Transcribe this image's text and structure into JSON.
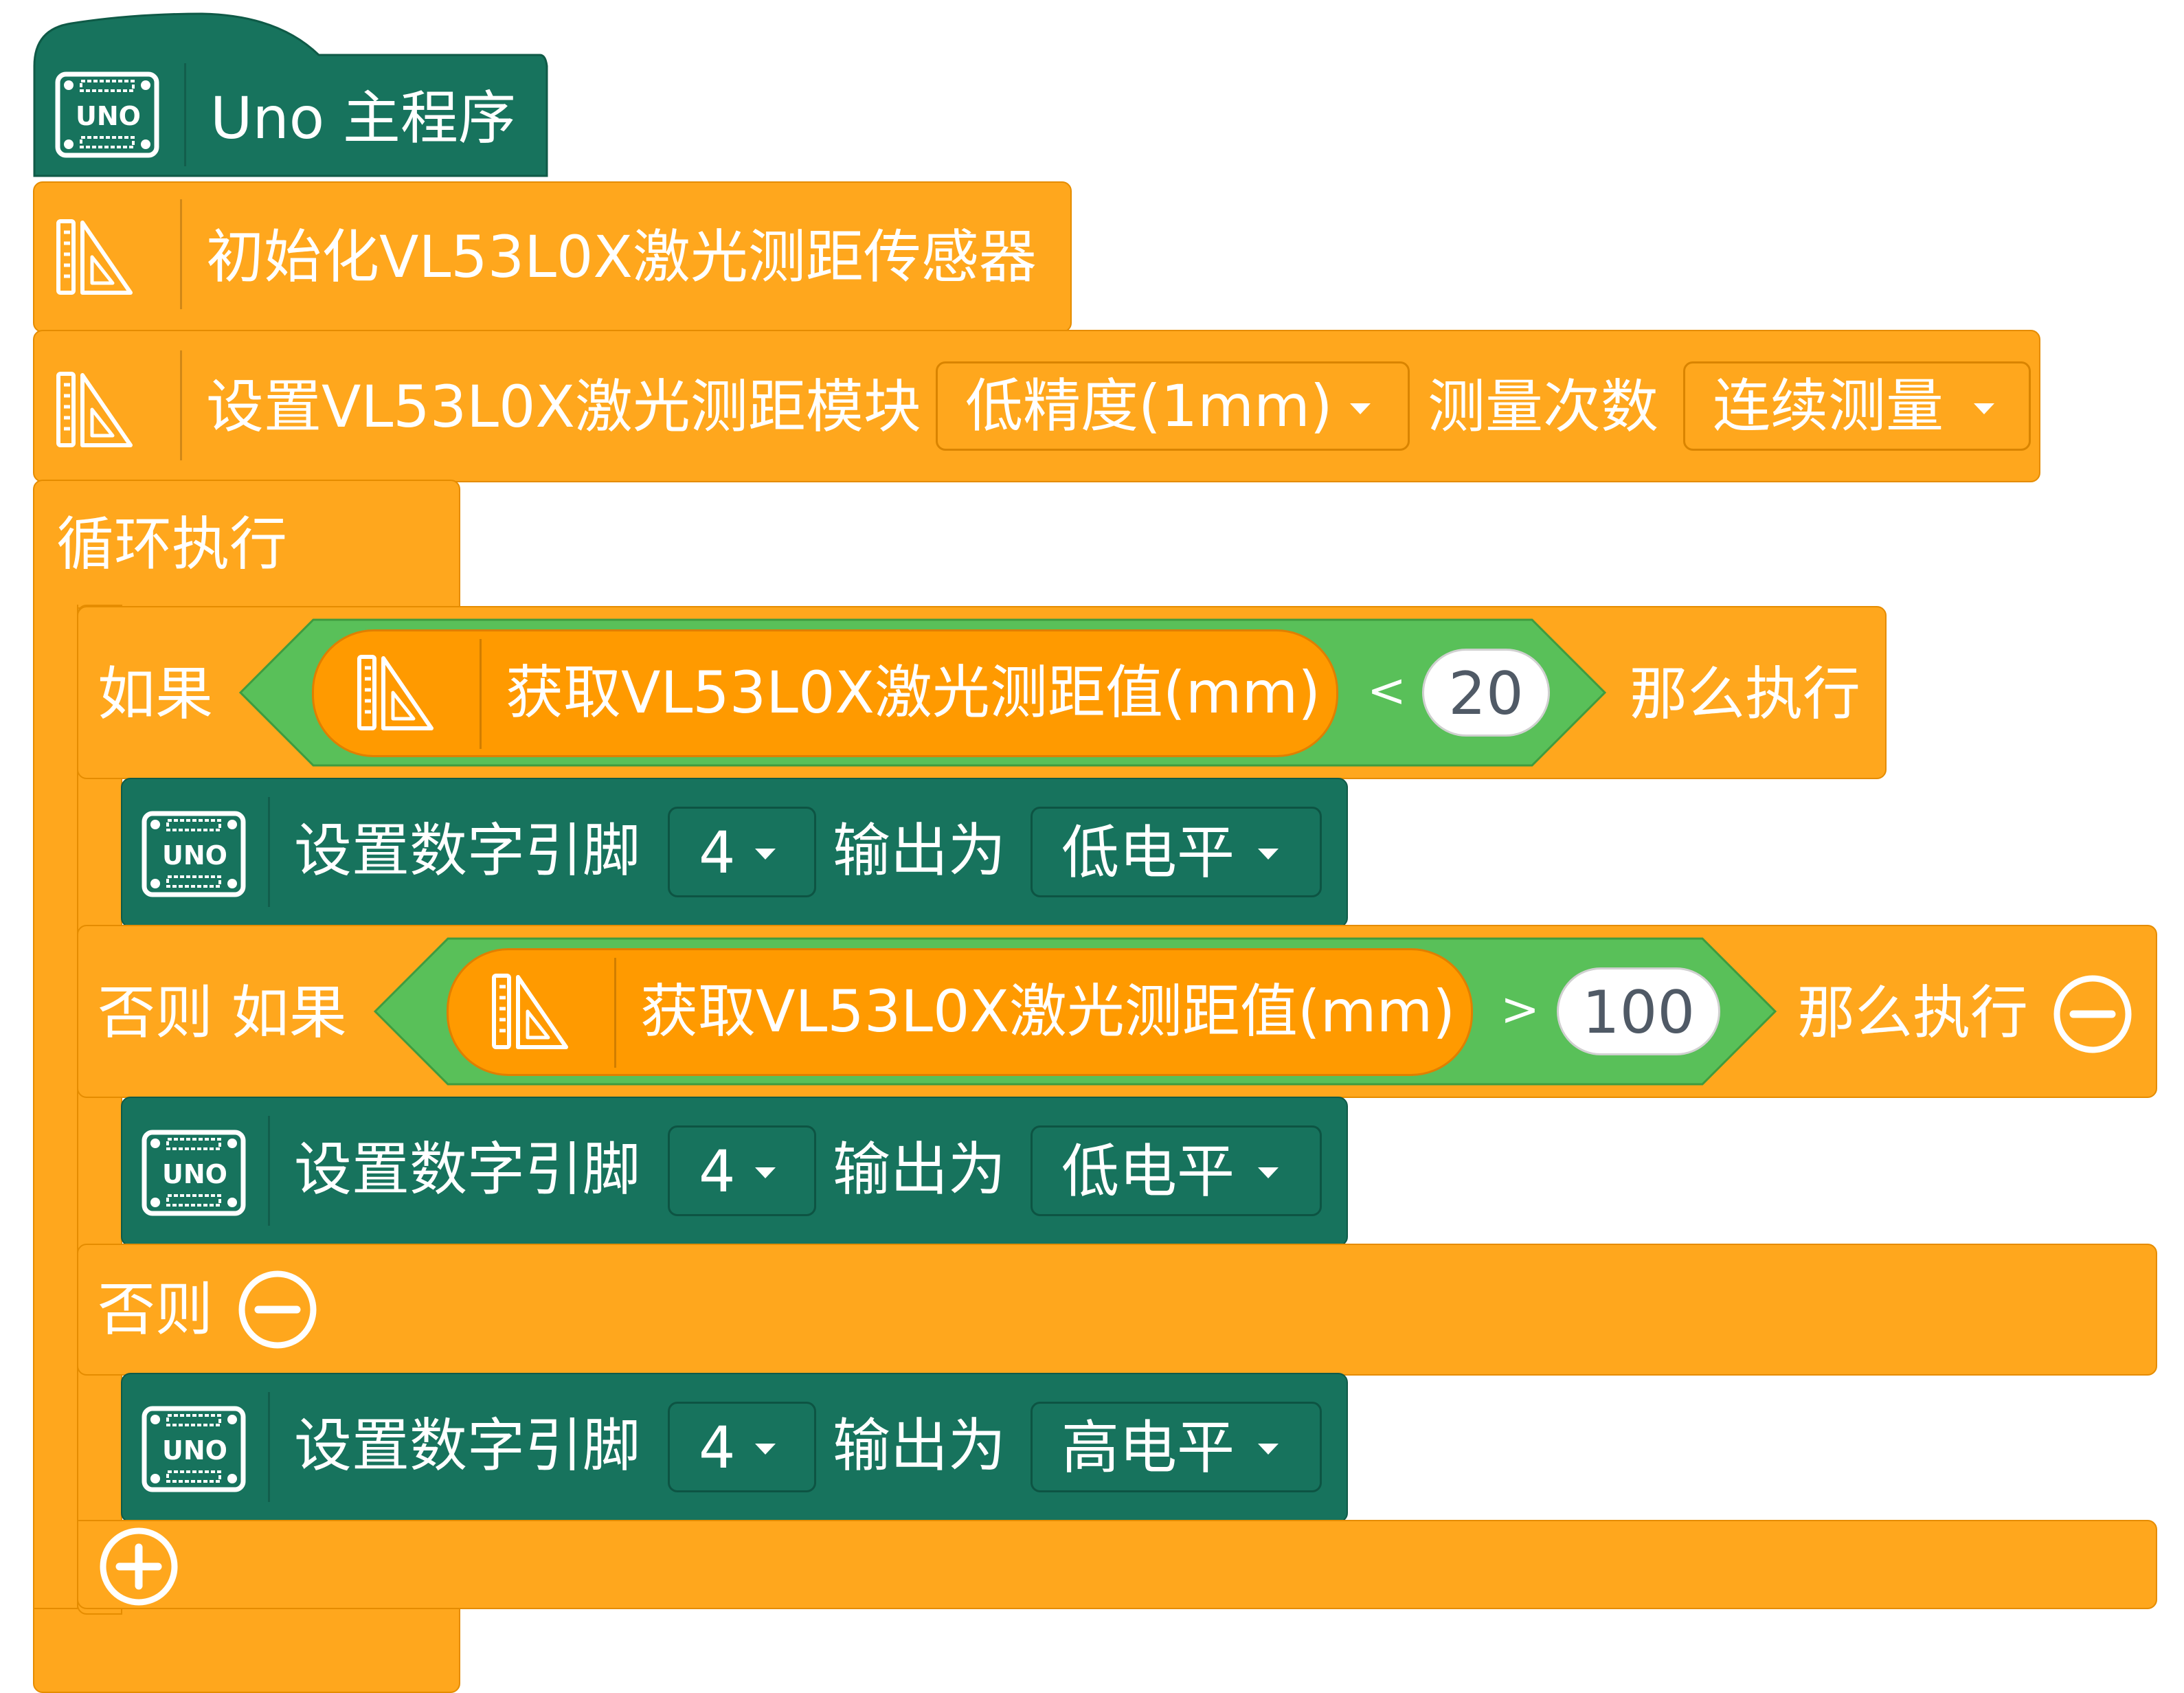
{
  "program": {
    "main_label": "Uno 主程序",
    "board_icon_text": "UNO"
  },
  "init_block": {
    "label": "初始化VL53L0X激光测距传感器"
  },
  "config_block": {
    "label": "设置VL53L0X激光测距模块",
    "precision_value": "低精度(1mm)",
    "count_label": "测量次数",
    "count_value": "连续测量"
  },
  "loop_block": {
    "label": "循环执行"
  },
  "if_block": {
    "if_label": "如果",
    "elseif_label": "否则 如果",
    "then_label": "那么执行",
    "else_label": "否则",
    "cond1": {
      "sensor_label": "获取VL53L0X激光测距值(mm)",
      "operator": "<",
      "value": "20"
    },
    "cond2": {
      "sensor_label": "获取VL53L0X激光测距值(mm)",
      "operator": ">",
      "value": "100"
    }
  },
  "pin_blocks": [
    {
      "label": "设置数字引脚",
      "pin": "4",
      "output_label": "输出为",
      "level": "低电平"
    },
    {
      "label": "设置数字引脚",
      "pin": "4",
      "output_label": "输出为",
      "level": "低电平"
    },
    {
      "label": "设置数字引脚",
      "pin": "4",
      "output_label": "输出为",
      "level": "高电平"
    }
  ],
  "colors": {
    "control": "#ffa71d",
    "sensor": "#ff9a00",
    "logic": "#59c059",
    "board": "#17735d"
  }
}
